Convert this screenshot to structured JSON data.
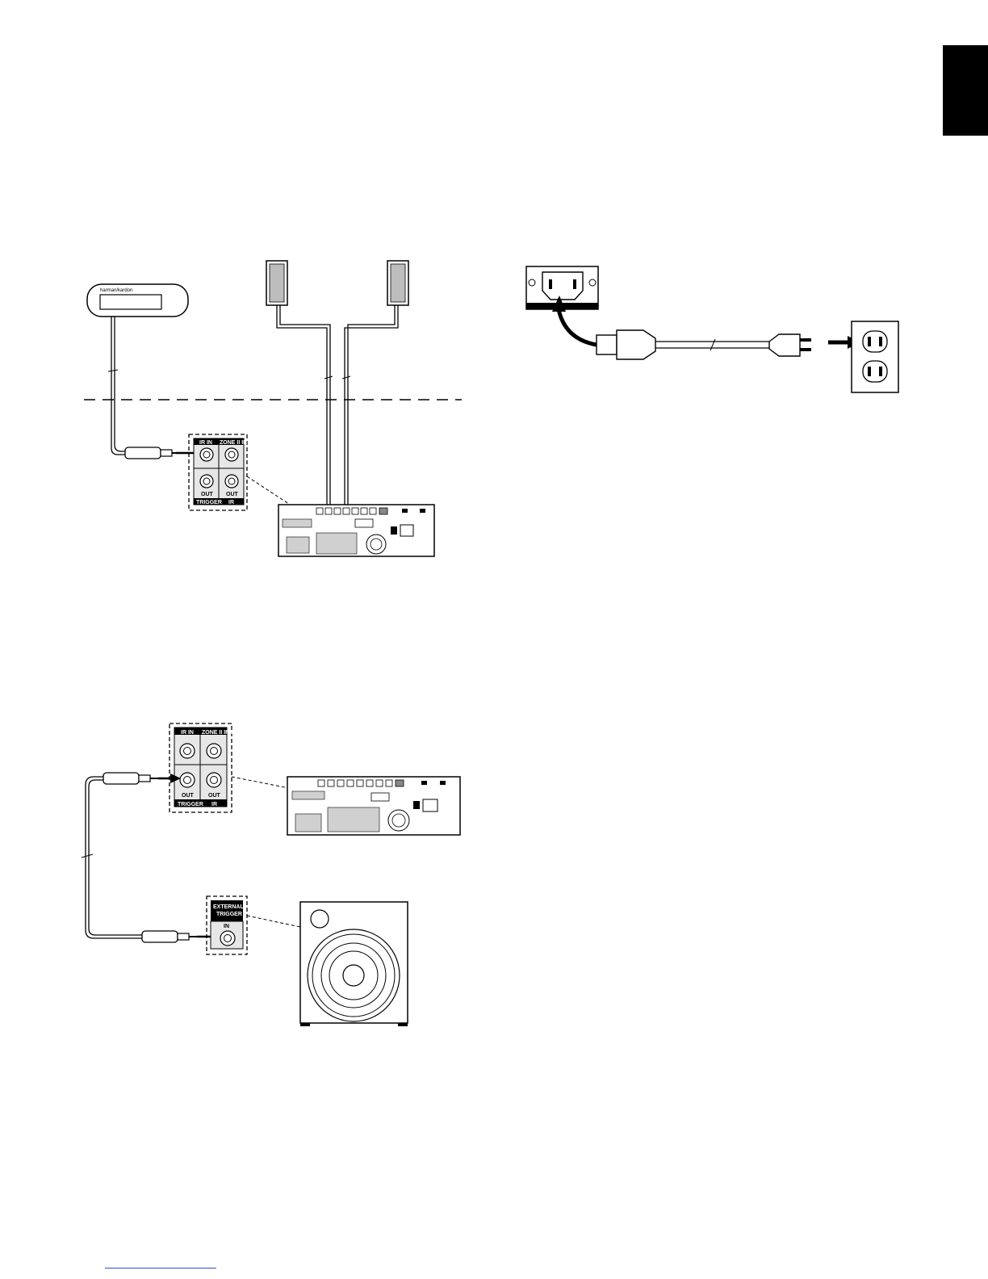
{
  "page": {
    "corner_tab_color": "#000000",
    "footer_link_color": "#2a4fd8"
  },
  "figure_ir": {
    "remote_sensor_brand": "harman/kardon",
    "jack_panel": {
      "top_left_label": "IR IN",
      "top_right_label": "ZONE II IR IN",
      "bottom_left_label": "OUT",
      "bottom_right_label": "OUT",
      "footer_left": "TRIGGER",
      "footer_right": "IR"
    }
  },
  "figure_power": {},
  "figure_trigger": {
    "jack_panel": {
      "top_left_label": "IR IN",
      "top_right_label": "ZONE II IR IN",
      "bottom_left_label": "OUT",
      "bottom_right_label": "OUT",
      "footer_left": "TRIGGER",
      "footer_right": "IR"
    },
    "sub_panel": {
      "title_line1": "EXTERNAL",
      "title_line2": "TRIGGER",
      "jack_label": "IN"
    }
  }
}
